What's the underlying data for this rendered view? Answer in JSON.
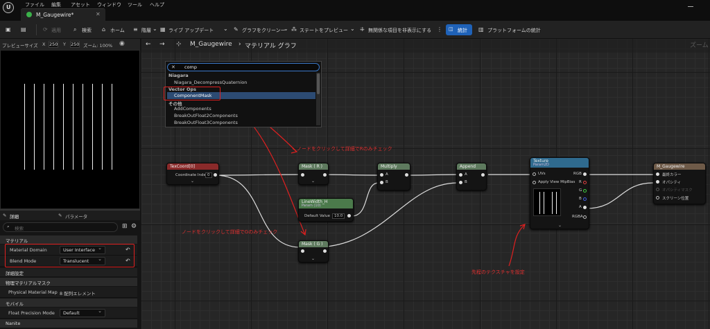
{
  "menu": {
    "items": [
      "ファイル",
      "編集",
      "アセット",
      "ウィンドウ",
      "ツール",
      "ヘルプ"
    ]
  },
  "tab": {
    "title": "M_Gaugewire*"
  },
  "toolbar": {
    "apply": "適用",
    "search": "検索",
    "home": "ホーム",
    "hierarchy": "階層",
    "live_update": "ライブ アップデート",
    "clean_graph": "グラフをクリーンー",
    "preview_state": "ステートをプレビュー",
    "hide_unrelated": "無関係な項目を非表示にする",
    "stats": "統計",
    "platform_stats": "プラットフォームの統計"
  },
  "preview": {
    "size_label": "プレビューサイズ",
    "x_label": "X",
    "x_value": "250",
    "y_label": "Y",
    "y_value": "250",
    "zoom": "ズーム: 100%"
  },
  "details": {
    "tab_details": "詳細",
    "tab_params": "パラメータ",
    "search_placeholder": "検索",
    "cat_material": "マテリアル",
    "material_domain_label": "Material Domain",
    "material_domain_value": "User Interface",
    "blend_mode_label": "Blend Mode",
    "blend_mode_value": "Translucent",
    "cat_advanced": "詳細設定",
    "cat_physical": "物理マテリアルマスク",
    "phys_map_label": "Physical Material Map",
    "phys_map_value": "8 配列エレメント",
    "cat_mobile": "モバイル",
    "float_precision_label": "Float Precision Mode",
    "float_precision_value": "Default",
    "cat_nanite": "Nanite"
  },
  "graph": {
    "asset": "M_Gaugewire",
    "section": "マテリアル グラフ",
    "zoom": "ズーム"
  },
  "popup": {
    "query": "comp",
    "cat_niagara": "Niagara",
    "item_quat": "Niagara_DecompressQuaternion",
    "cat_vector": "Vector Ops",
    "item_mask": "ComponentMask",
    "cat_other": "その他",
    "item_add": "AddComponents",
    "item_bf2": "BreakOutFloat2Components",
    "item_bf3": "BreakOutFloat3Components"
  },
  "nodes": {
    "texcoord": {
      "title": "TexCoord[0]",
      "coord_label": "Coordinate Index",
      "coord_value": "0"
    },
    "mask_r": {
      "title": "Mask ( R )"
    },
    "mask_g": {
      "title": "Mask ( G )"
    },
    "multiply": {
      "title": "Multiply",
      "a": "A",
      "b": "B"
    },
    "append": {
      "title": "Append",
      "a": "A",
      "b": "B"
    },
    "linewidth": {
      "title": "LineWidth_H",
      "sub": "Param (10)",
      "dv_label": "Default Value",
      "dv_value": "10.0"
    },
    "texture": {
      "title": "Texture",
      "sub": "Param2D",
      "uvs": "UVs",
      "apply_mip": "Apply View MipBias",
      "rgb": "RGB",
      "r": "R",
      "g": "G",
      "b": "B",
      "a": "A",
      "rgba": "RGBA"
    },
    "output": {
      "title": "M_Gaugewire",
      "final_color": "最終カラー",
      "opacity": "オパシティ",
      "opacity_mask": "オパシティマスク",
      "screen_pos": "スクリーン位置"
    }
  },
  "annotations": {
    "r_note": "ノードをクリックして詳細でRのみチェック",
    "g_note": "ノードをクリックして詳細でGのみチェック",
    "tex_note": "先程のテクスチャを設定"
  },
  "colors": {
    "annotation": "#e02020",
    "accent": "#1f62b8",
    "texcoord_header": "#8a2a2a",
    "node_header": "#5e7a5e",
    "texture_header": "#2f6a8e"
  }
}
